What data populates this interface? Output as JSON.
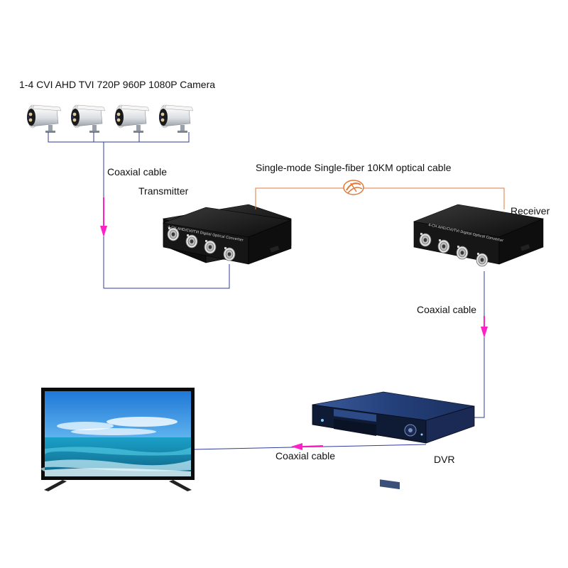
{
  "labels": {
    "camera_title": "1-4 CVI AHD TVI 720P 960P 1080P Camera",
    "coax_1": "Coaxial cable",
    "transmitter": "Transmitter",
    "fiber": "Single-mode Single-fiber 10KM optical cable",
    "receiver": "Receiver",
    "coax_2": "Coaxial cable",
    "coax_3": "Coaxial cable",
    "dvr": "DVR"
  },
  "converter_print": "4-CH AHD/CVI/TVI Digital Optical Converter",
  "colors": {
    "cable_blue": "#2f3c9a",
    "fiber_orange": "#e07a3a",
    "arrow_magenta": "#ff20c8",
    "device_black": "#121212"
  },
  "icons": {
    "camera": "bullet-camera-icon",
    "transmitter": "fiber-converter-icon",
    "receiver": "fiber-converter-icon",
    "dvr": "dvr-recorder-icon",
    "monitor": "tv-monitor-icon",
    "fiber_symbol": "fiber-link-icon"
  }
}
